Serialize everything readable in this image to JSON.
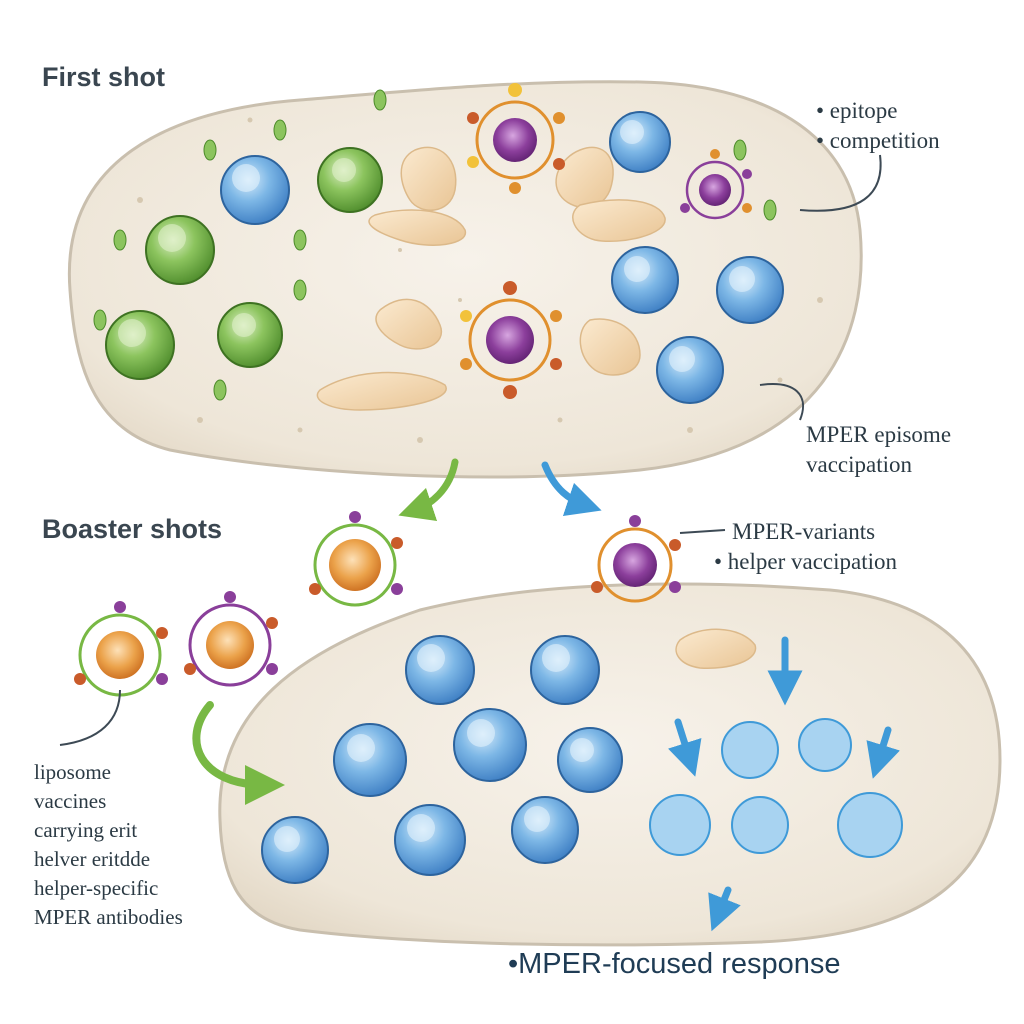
{
  "headings": {
    "first_shot": "First shot",
    "booster_shots": "Boaster shots"
  },
  "labels": {
    "epitope_competition": [
      "• epitope",
      "• competition"
    ],
    "mper_episome_vaccination": [
      "MPER episome",
      "vaccipation"
    ],
    "mper_variants_helper": [
      "MPER-variants",
      "• helper vaccipation"
    ],
    "liposome_vaccines": [
      "liposome",
      "vaccines",
      "carrying erit",
      "helver eritdde",
      "helper-specific",
      "MPER antibodies"
    ],
    "mper_focused_response": "•MPER-focused response"
  },
  "colors": {
    "tissue_fill": "#efe8dc",
    "tissue_edge": "#c9bfae",
    "b_cell_blue": "#5b9bd8",
    "b_cell_green": "#6fae3e",
    "vaccine_purple": "#8a3f9a",
    "vaccine_orange": "#e0902e",
    "arrow_green": "#78b844",
    "arrow_blue": "#3f9ad8",
    "dendritic_tan": "#f2d9b6"
  },
  "icons": [
    "b-cell-icon",
    "liposome-icon",
    "dendritic-cell-icon",
    "arrow-icon"
  ]
}
